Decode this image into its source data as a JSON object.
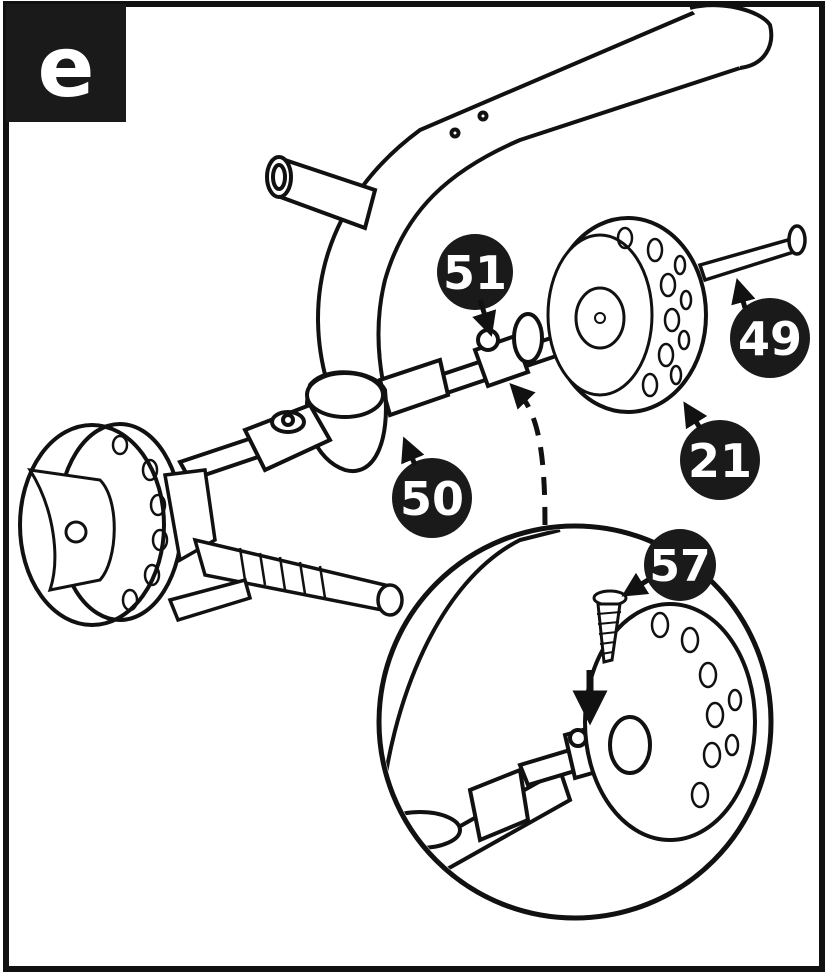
{
  "step": {
    "label": "e"
  },
  "callouts": [
    {
      "id": "51",
      "label": "51"
    },
    {
      "id": "49",
      "label": "49"
    },
    {
      "id": "21",
      "label": "21"
    },
    {
      "id": "50",
      "label": "50"
    },
    {
      "id": "57",
      "label": "57"
    }
  ],
  "colors": {
    "ink": "#111111",
    "paper": "#ffffff",
    "fill": "#1a1a1a"
  }
}
